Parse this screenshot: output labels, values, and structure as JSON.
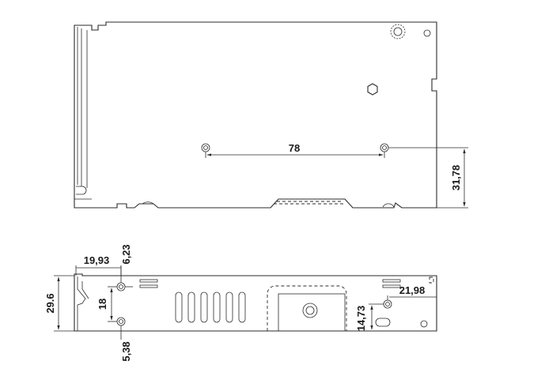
{
  "dimensions": {
    "top_hole_spacing": "78",
    "top_hole_height": "31,78",
    "side_left_offset": "19,93",
    "side_top_offset": "6,23",
    "side_height": "29.6",
    "side_hole_spacing": "18",
    "side_bottom_offset": "5,38",
    "side_right_offset": "21,98",
    "side_right_height": "14,73"
  }
}
